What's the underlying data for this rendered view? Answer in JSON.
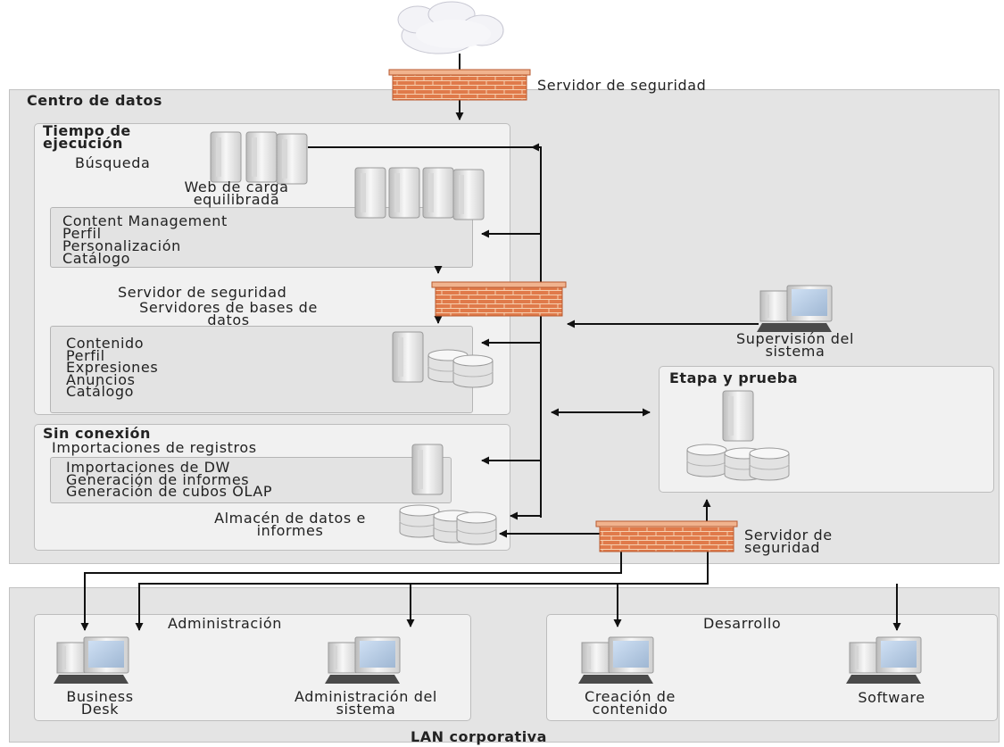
{
  "internet_cloud": "cloud-icon",
  "top_firewall_label": "Servidor de seguridad",
  "data_center": {
    "title": "Centro de datos",
    "runtime": {
      "title": "Tiempo de ejecución",
      "search_label": "Búsqueda",
      "web_label": "Web de carga equilibrada",
      "services": [
        "Content Management",
        "Perfil",
        "Personalización",
        "Catálogo"
      ],
      "firewall_label": "Servidor de seguridad",
      "db_label": "Servidores de bases de datos",
      "db_items": [
        "Contenido",
        "Perfil",
        "Expresiones",
        "Anuncios",
        "Catálogo"
      ]
    },
    "offline": {
      "title": "Sin conexión",
      "imports_label": "Importaciones de registros",
      "dw_items": [
        "Importaciones de DW",
        "Generación de informes",
        "Generación de cubos OLAP"
      ],
      "warehouse_label": "Almacén de datos e informes"
    },
    "monitoring_label": "Supervisión del sistema",
    "staging": {
      "title": "Etapa y prueba"
    },
    "firewall_label": "Servidor de seguridad"
  },
  "lan": {
    "title": "LAN corporativa",
    "admin": {
      "title": "Administración",
      "business_desk": "Business Desk",
      "system_admin": "Administración del sistema"
    },
    "dev": {
      "title": "Desarrollo",
      "content_creation": "Creación de contenido",
      "software": "Software"
    }
  },
  "colors": {
    "firewall_brick": "#e07a4a",
    "mortar": "#f6d0b0",
    "panel_bg": "#e4e4e4",
    "line": "#111111"
  }
}
